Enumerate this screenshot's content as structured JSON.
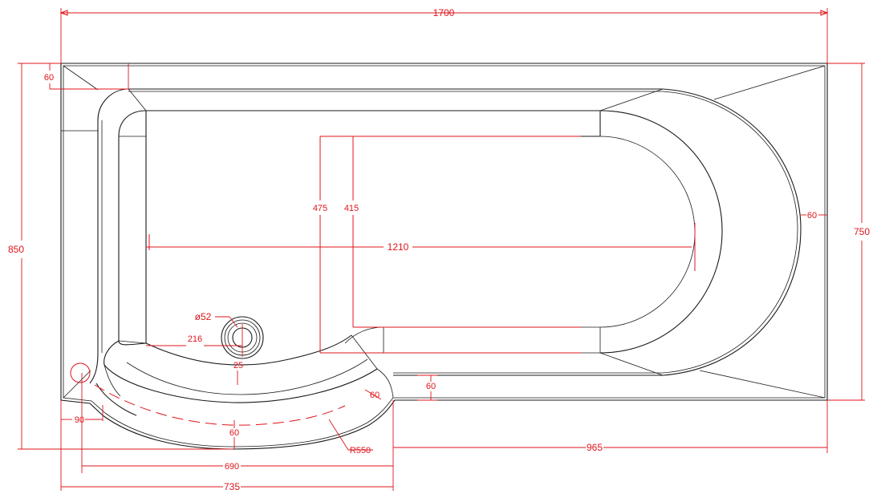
{
  "drawing": {
    "overall_length": "1700",
    "overall_width_left": "850",
    "overall_width_right": "750",
    "inner_depth_outer": "475",
    "inner_depth_inner": "415",
    "inner_length": "1210",
    "rim_top_left": "60",
    "rim_right": "60",
    "rim_step": "60",
    "rim_front_curve": "60",
    "rim_front_curve_bottom": "60",
    "waste_diameter": "ø52",
    "waste_offset_x": "216",
    "waste_offset_y": "25",
    "corner_offset": "90",
    "front_curve_chord": "690",
    "curved_section_width": "735",
    "straight_section_width": "965",
    "curve_radius": "R550"
  },
  "colors": {
    "outline": "#1a1a1a",
    "dimension": "#e0141b",
    "background": "#ffffff"
  }
}
